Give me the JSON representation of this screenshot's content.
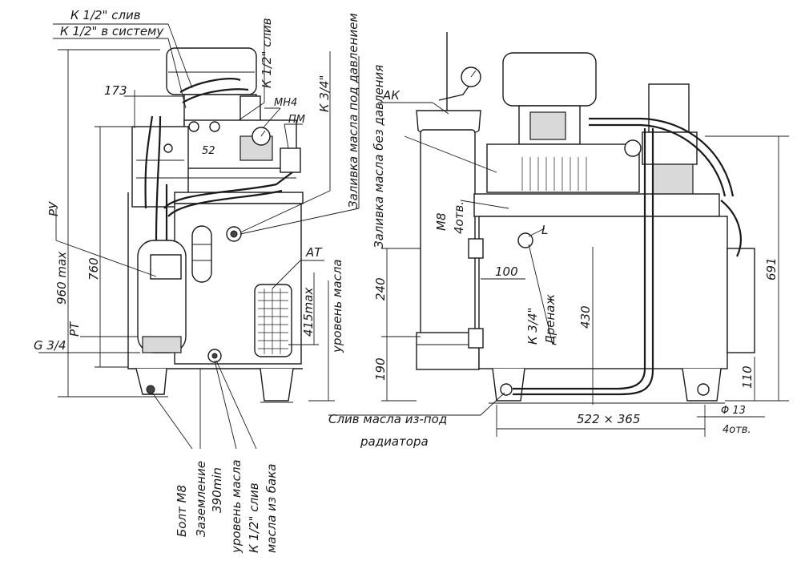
{
  "labels": {
    "k12_drain_top": "К 1/2\" слив",
    "k12_to_system": "К 1/2\" в систему",
    "k12_drain_vert": "К 1/2\" слив",
    "k34_top": "К 3/4\"",
    "fill_pressure": "Заливка масла под давлением",
    "dim_173": "173",
    "mn4": "МН4",
    "pm": "ПМ",
    "dim_52": "52",
    "ru": "РУ",
    "dim_960": "960 max",
    "dim_760": "760",
    "rt": "РТ",
    "g34": "G 3/4",
    "at": "АТ",
    "dim_415": "415max",
    "oil_level_right": "уровень масла",
    "ak": "АК",
    "fill_no_pressure": "Заливка масла без давления",
    "m8": "М8",
    "holes4_a": "4отв.",
    "l": "L",
    "dim_100": "100",
    "k34_drain": "К 3/4\"",
    "drainage": "Дренаж",
    "dim_430": "430",
    "dim_240": "240",
    "dim_190": "190",
    "dim_691": "691",
    "dim_110": "110",
    "drain_radiator_1": "Слив масла из-под",
    "drain_radiator_2": "радиатора",
    "dim_522": "522 × 365",
    "phi13": "Φ 13",
    "holes4_b": "4отв.",
    "bolt_m8": "Болт М8",
    "grounding": "Заземление",
    "dim_390": "390min",
    "oil_level_bottom": "уровень масла",
    "k12_drain_bottom": "К 1/2\" слив",
    "oil_from_tank": "масла из бака"
  },
  "colors": {
    "ink": "#1a1a1a",
    "paper": "#ffffff"
  }
}
